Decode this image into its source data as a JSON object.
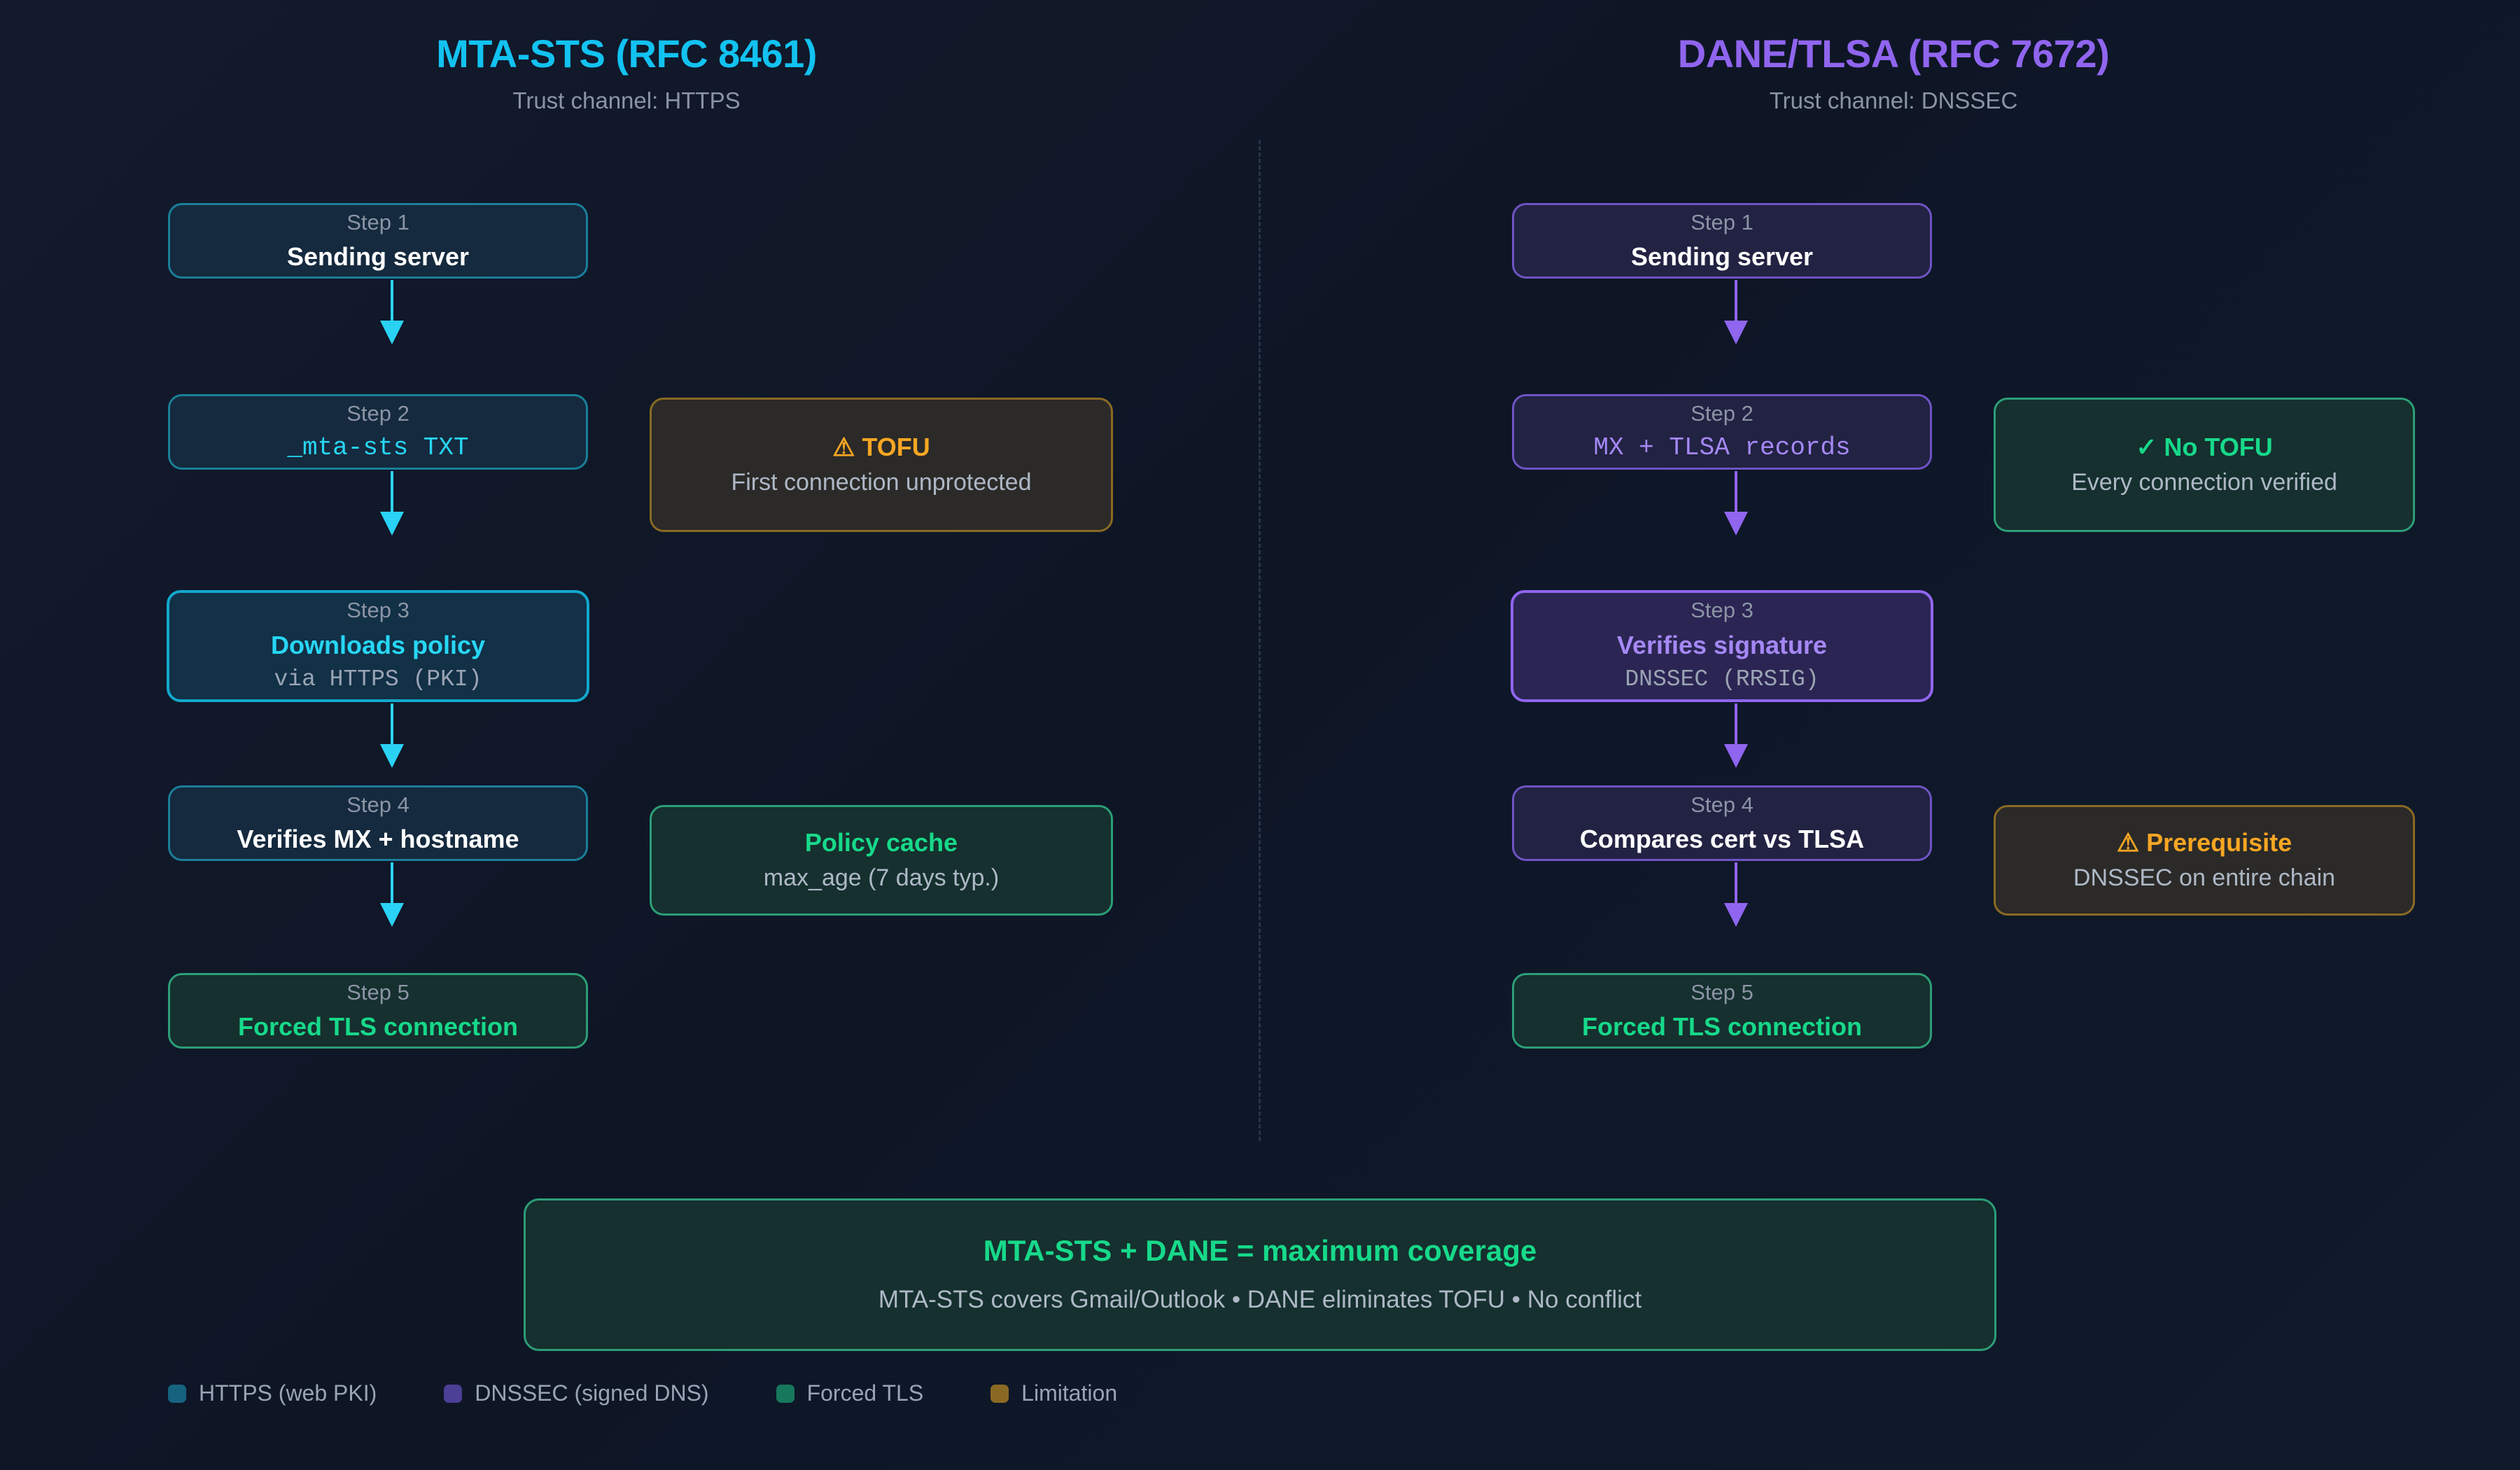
{
  "columns": {
    "left": {
      "title": "MTA-STS (RFC 8461)",
      "subtitle": "Trust channel: HTTPS",
      "accent": "#12c2f0",
      "steps": [
        {
          "label": "Step 1",
          "main": "Sending server",
          "sub": "",
          "theme": "cyan"
        },
        {
          "label": "Step 2",
          "main": "_mta-sts TXT",
          "sub": "",
          "theme": "cyan-mono"
        },
        {
          "label": "Step 3",
          "main": "Downloads policy",
          "sub": "via HTTPS (PKI)",
          "theme": "cyan-highlight"
        },
        {
          "label": "Step 4",
          "main": "Verifies MX + hostname",
          "sub": "",
          "theme": "cyan"
        },
        {
          "label": "Step 5",
          "main": "Forced TLS connection",
          "sub": "",
          "theme": "green"
        }
      ],
      "notes": [
        {
          "main": "⚠ TOFU",
          "sub": "First connection unprotected",
          "theme": "amber",
          "icon": "warning-icon"
        },
        {
          "main": "Policy cache",
          "sub": "max_age (7 days typ.)",
          "theme": "green",
          "icon": "none"
        }
      ]
    },
    "right": {
      "title": "DANE/TLSA (RFC 7672)",
      "subtitle": "Trust channel: DNSSEC",
      "accent": "#9065ef",
      "steps": [
        {
          "label": "Step 1",
          "main": "Sending server",
          "sub": "",
          "theme": "purple"
        },
        {
          "label": "Step 2",
          "main": "MX + TLSA records",
          "sub": "",
          "theme": "purple-mono"
        },
        {
          "label": "Step 3",
          "main": "Verifies signature",
          "sub": "DNSSEC (RRSIG)",
          "theme": "purple-highlight"
        },
        {
          "label": "Step 4",
          "main": "Compares cert vs TLSA",
          "sub": "",
          "theme": "purple"
        },
        {
          "label": "Step 5",
          "main": "Forced TLS connection",
          "sub": "",
          "theme": "green"
        }
      ],
      "notes": [
        {
          "main": "✓ No TOFU",
          "sub": "Every connection verified",
          "theme": "green",
          "icon": "check-icon"
        },
        {
          "main": "⚠ Prerequisite",
          "sub": "DNSSEC on entire chain",
          "theme": "amber",
          "icon": "warning-icon"
        }
      ]
    }
  },
  "summary": {
    "title": "MTA-STS + DANE = maximum coverage",
    "subtitle": "MTA-STS covers Gmail/Outlook • DANE eliminates TOFU • No conflict"
  },
  "legend": {
    "items": [
      {
        "label": "HTTPS (web PKI)",
        "color": "#16637f"
      },
      {
        "label": "DNSSEC (signed DNS)",
        "color": "#4b3f96"
      },
      {
        "label": "Forced TLS",
        "color": "#17775c"
      },
      {
        "label": "Limitation",
        "color": "#8a6a23"
      }
    ]
  }
}
